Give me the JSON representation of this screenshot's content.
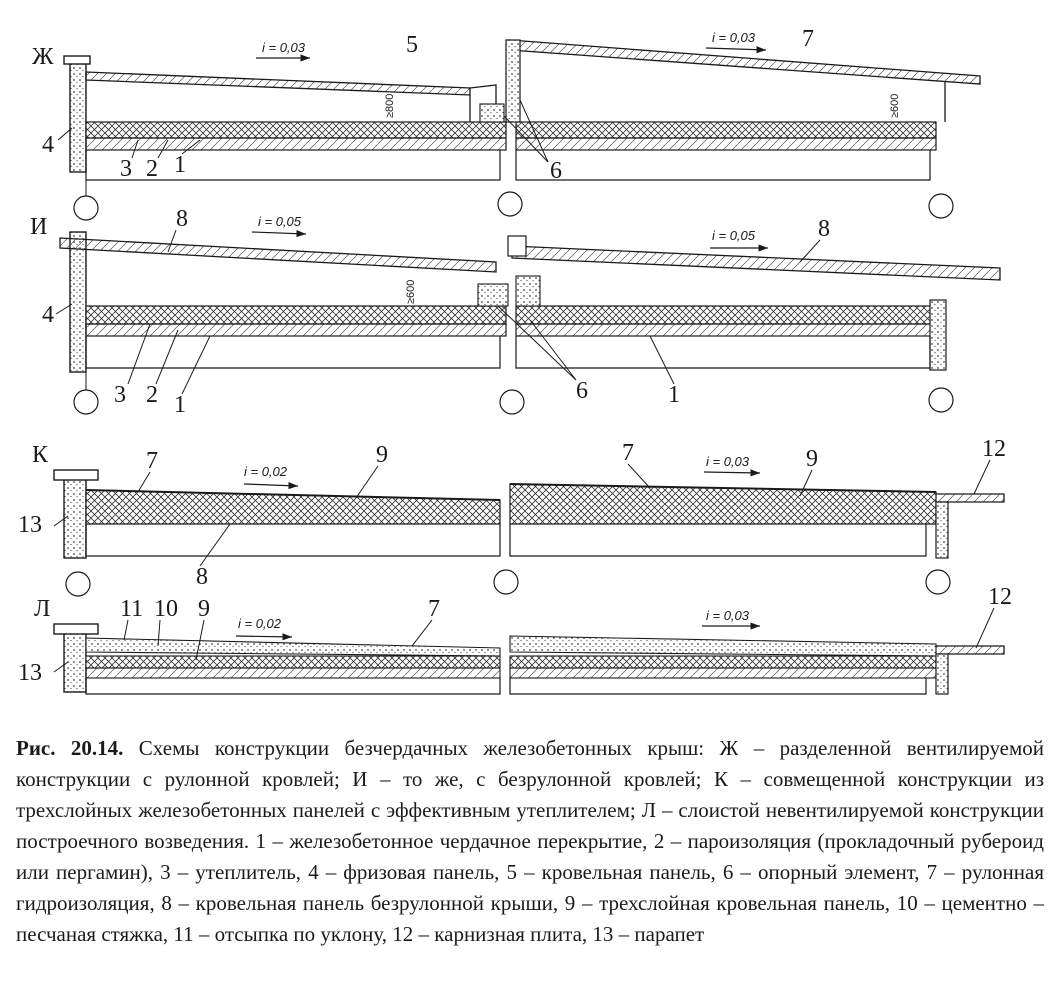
{
  "figure": {
    "sections": [
      {
        "letter": "Ж",
        "slope_left": "i = 0,03",
        "slope_right": "i = 0,03",
        "dim_left": "≥800",
        "dim_right": "≥600"
      },
      {
        "letter": "И",
        "slope_left": "i = 0,05",
        "slope_right": "i = 0,05",
        "dim_left": "≥600"
      },
      {
        "letter": "К",
        "slope_left": "i = 0,02",
        "slope_right": "i = 0,03"
      },
      {
        "letter": "Л",
        "slope_left": "i = 0,02",
        "slope_right": "i = 0,03"
      }
    ],
    "callouts": {
      "zh": [
        "5",
        "7",
        "4",
        "3",
        "2",
        "1",
        "6"
      ],
      "i": [
        "8",
        "8",
        "4",
        "3",
        "2",
        "1",
        "6",
        "1"
      ],
      "k": [
        "7",
        "9",
        "7",
        "9",
        "12",
        "13",
        "8"
      ],
      "l": [
        "11",
        "10",
        "9",
        "7",
        "12",
        "13"
      ]
    }
  },
  "caption": {
    "number": "Рис. 20.14.",
    "text": "Схемы конструкции безчердачных железобетонных крыш: Ж – разделенной вентилируемой конструкции с рулонной кровлей; И – то же, с безрулонной кровлей; К – совмещенной конструкции из трехслойных железобетонных панелей с эффективным утеплителем; Л – слоистой невентилируемой конструкции построечного возведения. 1 – железобетонное чердачное перекрытие, 2 – пароизоляция (прокладочный рубероид или пергамин), 3 – утеплитель, 4 – фризовая панель, 5 – кровельная панель, 6 – опорный элемент, 7 – рулонная гидроизоляция, 8 – кровельная панель безрулонной крыши, 9 – трехслойная кровельная панель, 10 – цементно – песчаная стяжка, 11 – отсыпка по уклону, 12 – карнизная плита, 13 – парапет"
  }
}
